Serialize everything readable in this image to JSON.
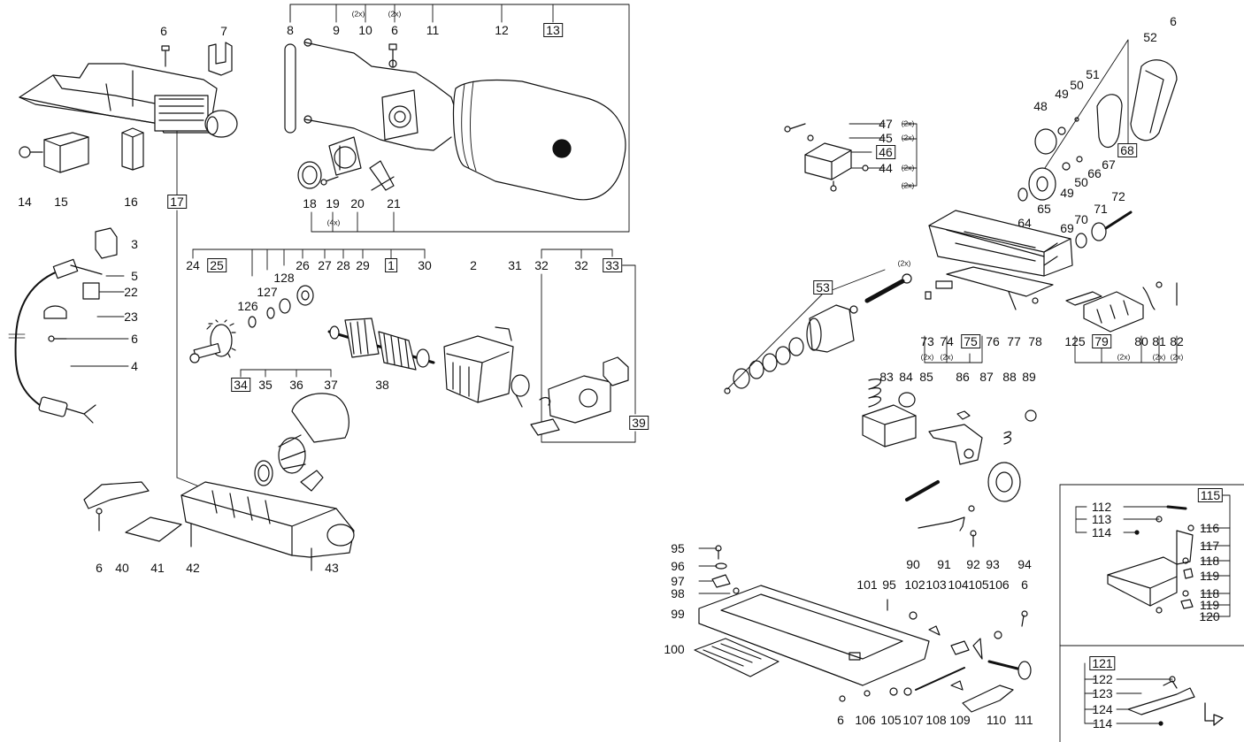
{
  "part_labels": [
    "1",
    "2",
    "3",
    "4",
    "5",
    "6",
    "7",
    "8",
    "9",
    "10",
    "11",
    "12",
    "13",
    "14",
    "15",
    "16",
    "17",
    "18",
    "19",
    "20",
    "21",
    "22",
    "23",
    "24",
    "25",
    "26",
    "27",
    "28",
    "29",
    "30",
    "31",
    "32",
    "33",
    "34",
    "35",
    "36",
    "37",
    "38",
    "39",
    "40",
    "41",
    "42",
    "43",
    "44",
    "45",
    "46",
    "47",
    "48",
    "49",
    "50",
    "51",
    "52",
    "53",
    "64",
    "65",
    "66",
    "67",
    "68",
    "69",
    "70",
    "71",
    "72",
    "73",
    "74",
    "75",
    "76",
    "77",
    "78",
    "79",
    "80",
    "81",
    "82",
    "83",
    "84",
    "85",
    "86",
    "87",
    "88",
    "89",
    "90",
    "91",
    "92",
    "93",
    "94",
    "95",
    "96",
    "97",
    "98",
    "99",
    "100",
    "101",
    "102",
    "103",
    "104",
    "105",
    "106",
    "107",
    "108",
    "109",
    "110",
    "111",
    "112",
    "113",
    "114",
    "115",
    "116",
    "117",
    "118",
    "119",
    "120",
    "121",
    "122",
    "123",
    "124",
    "126",
    "127",
    "128",
    "125"
  ],
  "quantity_note": "(2x)",
  "quantity_note_4": "(4x)"
}
